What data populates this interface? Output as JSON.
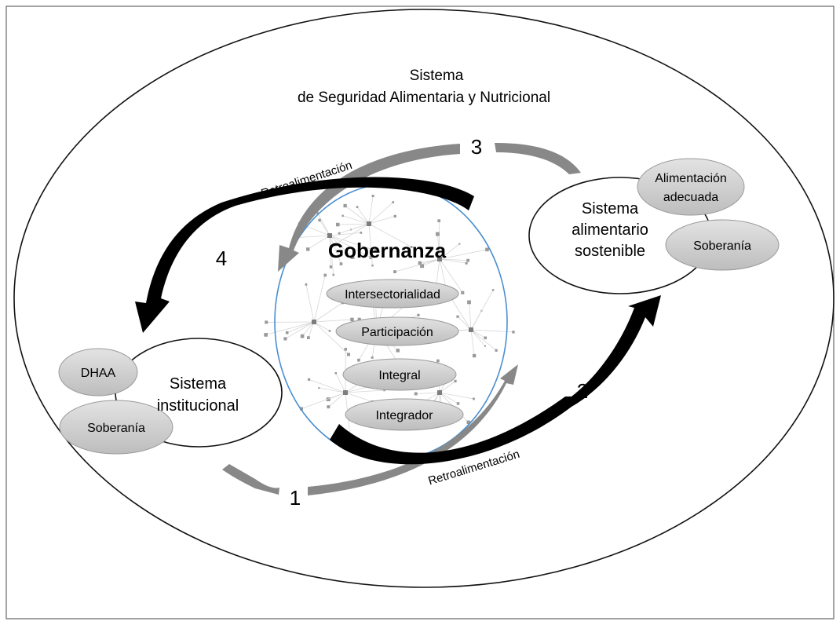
{
  "diagram": {
    "outer_title": {
      "line1": "Sistema",
      "line2": "de Seguridad Alimentaria y Nutricional"
    },
    "center": {
      "title": "Gobernanza",
      "items": [
        "Intersectorialidad",
        "Participación",
        "Integral",
        "Integrador"
      ]
    },
    "food_system": {
      "line1": "Sistema",
      "line2": "alimentario",
      "line3": "sostenible",
      "tag_top_line1": "Alimentación",
      "tag_top_line2": "adecuada",
      "tag_bottom": "Soberanía"
    },
    "institutional_system": {
      "line1": "Sistema",
      "line2": "institucional",
      "tag_top": "DHAA",
      "tag_bottom": "Soberanía"
    },
    "steps": [
      "1",
      "2",
      "3",
      "4"
    ],
    "feedback_label": "Retroalimentación",
    "colors": {
      "black_arrow": "#000000",
      "gray_arrow": "#888888",
      "pill_fill": "#c8c8c8",
      "pill_stroke": "#9a9a9a",
      "center_ring": "#4a8fd0",
      "network": "#9a9a9a"
    }
  }
}
